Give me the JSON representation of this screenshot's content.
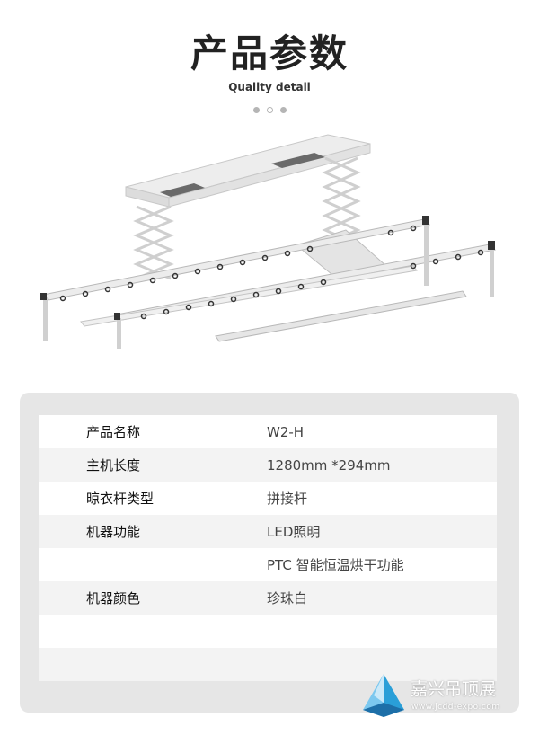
{
  "header": {
    "title": "产品参数",
    "subtitle": "Quality detail"
  },
  "carousel": {
    "count": 3,
    "active": 1
  },
  "specs": [
    {
      "label": "产品名称",
      "value": "W2-H"
    },
    {
      "label": "主机长度",
      "value": "1280mm *294mm"
    },
    {
      "label": "晾衣杆类型",
      "value": "拼接杆"
    },
    {
      "label": "机器功能",
      "value": "LED照明"
    },
    {
      "label": "",
      "value": "PTC 智能恒温烘干功能"
    },
    {
      "label": "机器颜色",
      "value": "珍珠白"
    },
    {
      "label": "",
      "value": ""
    },
    {
      "label": "",
      "value": ""
    }
  ],
  "watermark": {
    "name": "嘉兴吊顶展",
    "url": "www.jcdd-expo.com"
  },
  "colors": {
    "panel": "#e6e6e6",
    "row_alt": "#f3f3f3",
    "text": "#222222",
    "logo_blue": "#2a9fd8"
  }
}
